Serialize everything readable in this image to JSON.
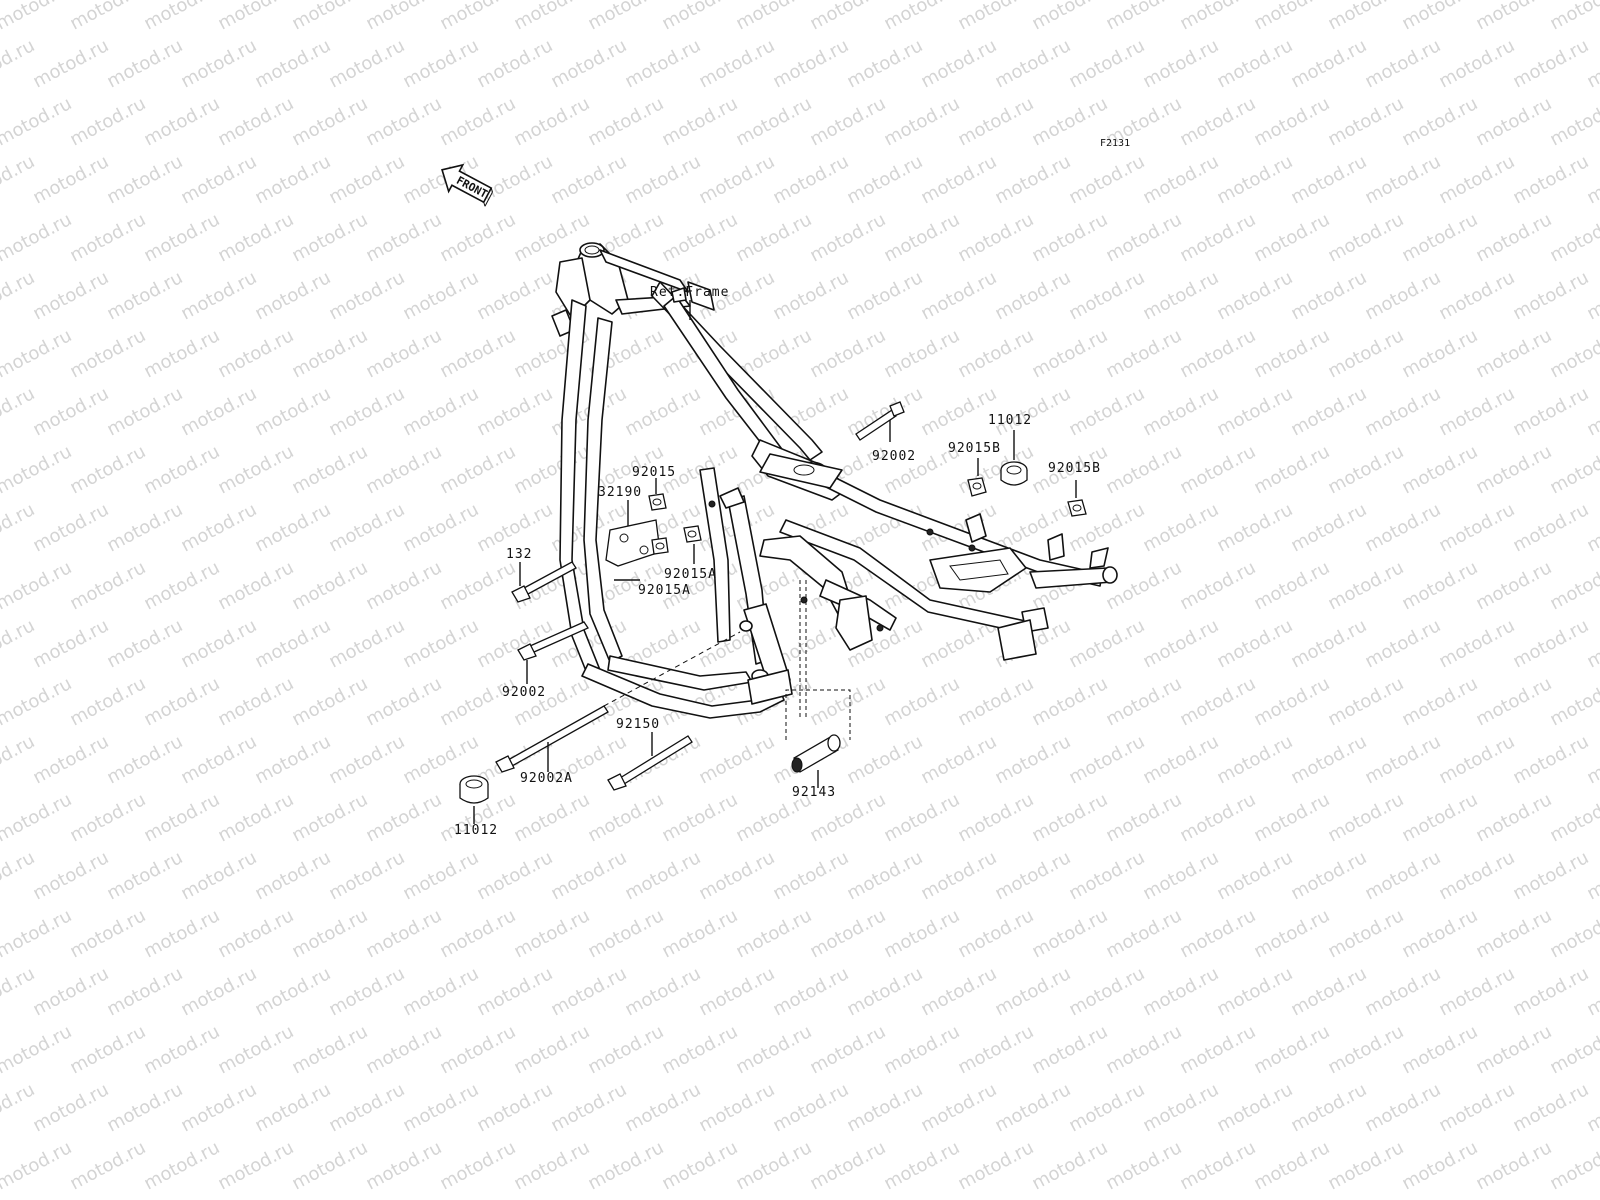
{
  "watermark": "motod.ru",
  "figure_code": "F2131",
  "front_arrow": "FRONT",
  "ref_frame": "Ref.Frame",
  "parts": {
    "p11012_top": "11012",
    "p92002_top": "92002",
    "p92015B_left": "92015B",
    "p92015B_right": "92015B",
    "p92015": "92015",
    "p32190": "32190",
    "p132": "132",
    "p92015A_mid": "92015A",
    "p92015A_low": "92015A",
    "p92002_left": "92002",
    "p92150": "92150",
    "p92143": "92143",
    "p92002A": "92002A",
    "p11012_bottom": "11012"
  }
}
